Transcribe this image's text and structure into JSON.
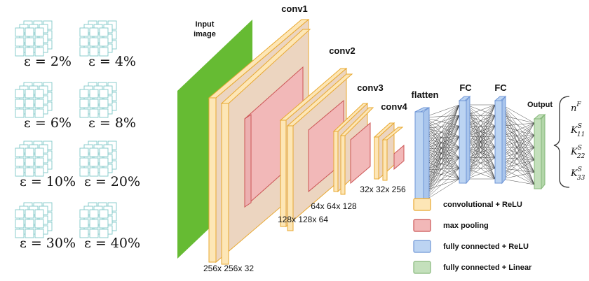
{
  "colors": {
    "input": "#66bb33",
    "conv": "#fde6b6",
    "conv_stroke": "#e8a830",
    "conv_side": "#ecd5c0",
    "pool": "#f2b8b8",
    "pool_stroke": "#cc5555",
    "fc": "#bcd4f2",
    "fc_stroke": "#6f96d6",
    "out": "#c4e0bc",
    "out_stroke": "#86b87a",
    "cube": "#cfeeee"
  },
  "samples": [
    {
      "label": "ε = 2%"
    },
    {
      "label": "ε = 4%"
    },
    {
      "label": "ε = 6%"
    },
    {
      "label": "ε = 8%"
    },
    {
      "label": "ε = 10%"
    },
    {
      "label": "ε = 20%"
    },
    {
      "label": "ε = 30%"
    },
    {
      "label": "ε = 40%"
    }
  ],
  "network": {
    "input_label": [
      "Input",
      "image"
    ],
    "conv1": "conv1",
    "conv2": "conv2",
    "conv3": "conv3",
    "conv4": "conv4",
    "flatten": "flatten",
    "fc1": "FC",
    "fc2": "FC",
    "output": "Output",
    "dim1": "256x 256x 32",
    "dim2": "128x 128x 64",
    "dim3": "64x 64x 128",
    "dim4": "32x 32x 256"
  },
  "outputs": [
    {
      "base": "n",
      "sup": "F",
      "sub": ""
    },
    {
      "base": "K",
      "sup": "S",
      "sub": "11"
    },
    {
      "base": "K",
      "sup": "S",
      "sub": "22"
    },
    {
      "base": "K",
      "sup": "S",
      "sub": "33"
    }
  ],
  "legend": [
    {
      "label": "convolutional + ReLU",
      "kind": "conv"
    },
    {
      "label": "max pooling",
      "kind": "pool"
    },
    {
      "label": "fully connected + ReLU",
      "kind": "fc"
    },
    {
      "label": "fully connected + Linear",
      "kind": "out"
    }
  ]
}
